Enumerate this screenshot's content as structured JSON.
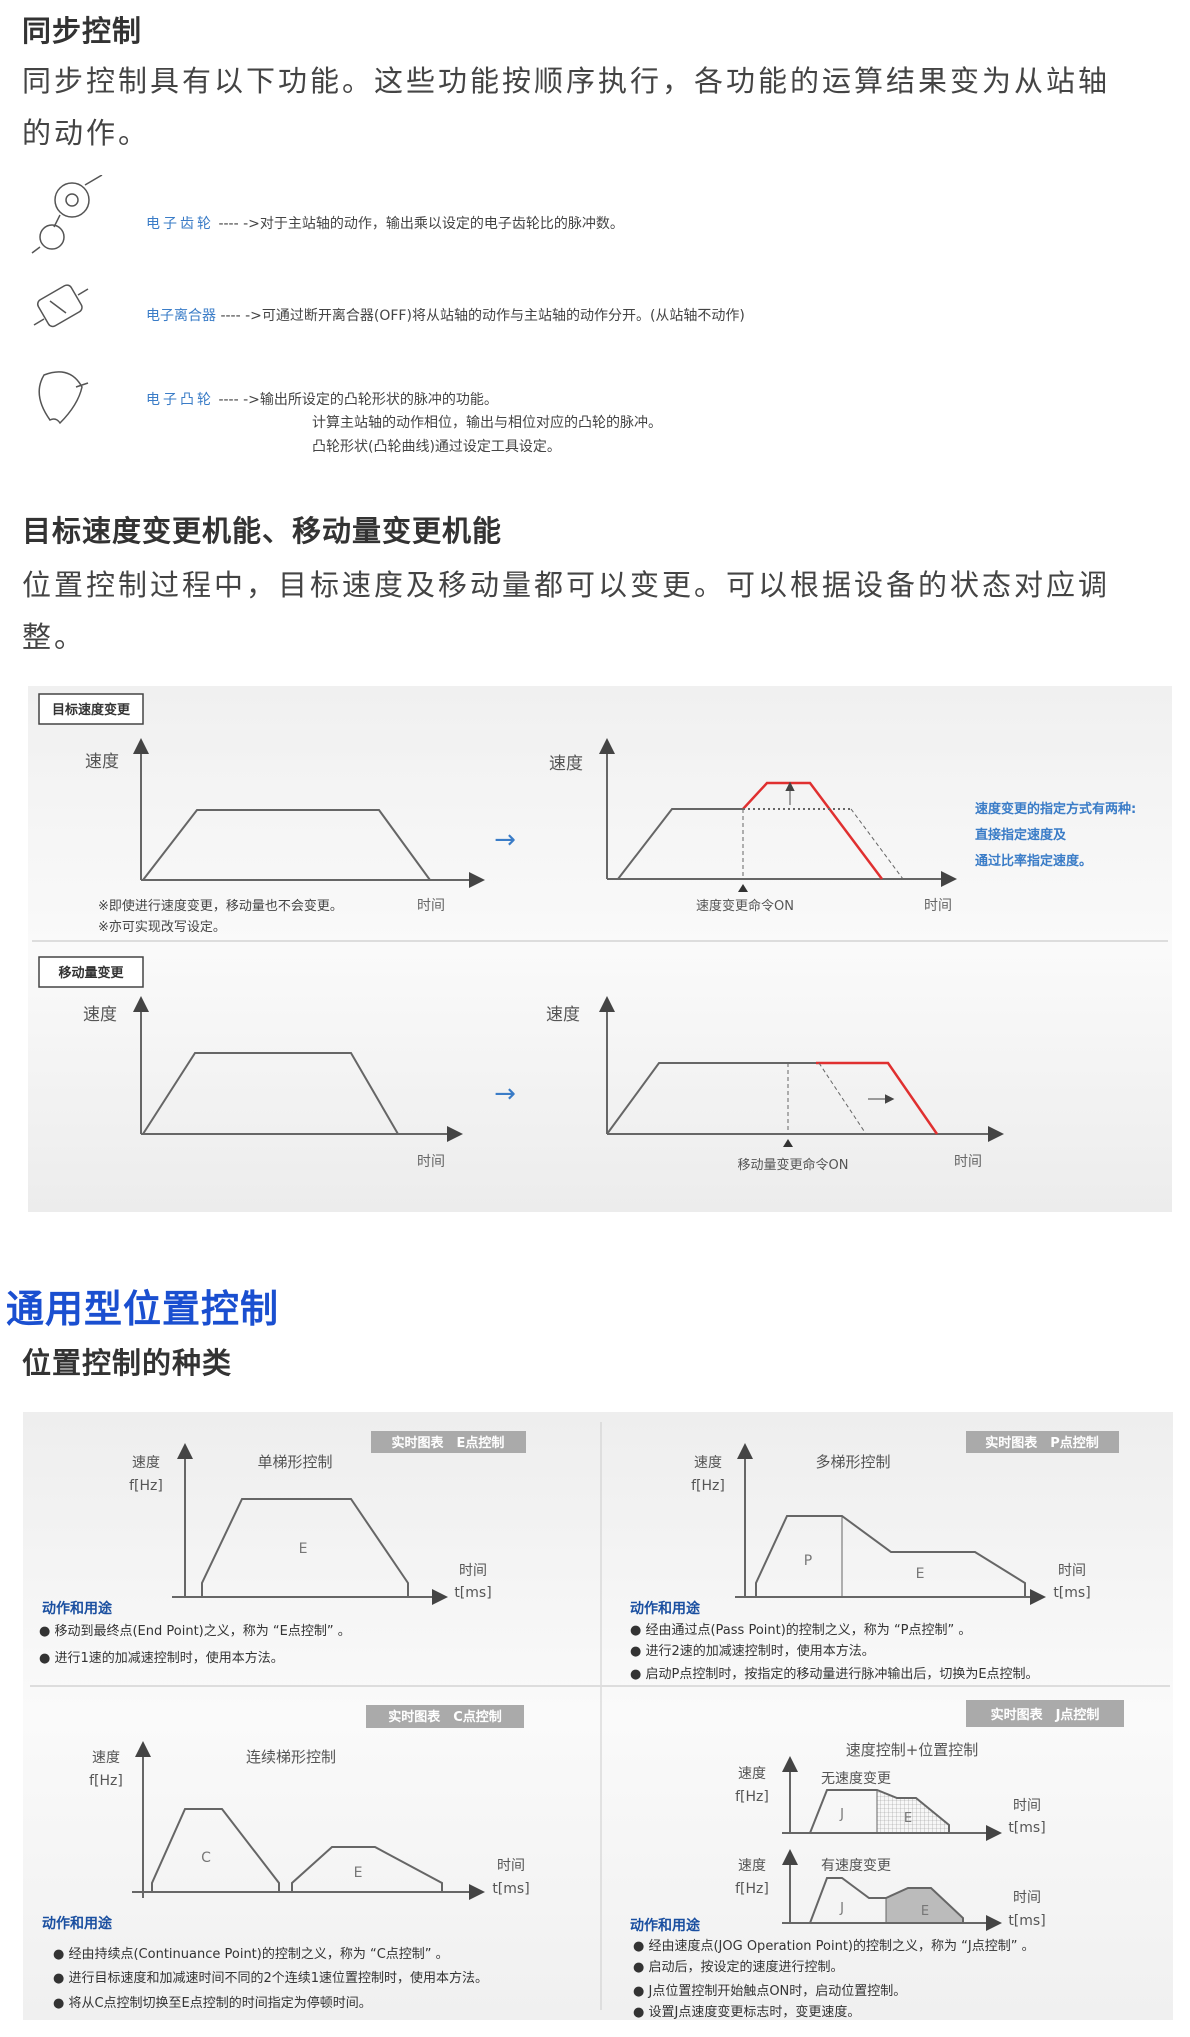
{
  "sync": {
    "title": "同步控制",
    "desc_line1": "同步控制具有以下功能。这些功能按顺序执行，各功能的运算结果变为从站轴",
    "desc_line2": "的动作。",
    "features": [
      {
        "icon": "gear-icon",
        "label": "电子齿轮",
        "lines": [
          "---- ->对于主站轴的动作，输出乘以设定的电子齿轮比的脉冲数。"
        ]
      },
      {
        "icon": "clutch-icon",
        "label": "电子离合器",
        "lines": [
          "---- ->可通过断开离合器(OFF)将从站轴的动作与主站轴的动作分开。(从站轴不动作)"
        ]
      },
      {
        "icon": "cam-icon",
        "label": "电子凸轮",
        "lines": [
          "---- ->输出所设定的凸轮形状的脉冲的功能。",
          "计算主站轴的动作相位，输出与相位对应的凸轮的脉冲。",
          "凸轮形状(凸轮曲线)通过设定工具设定。"
        ]
      }
    ]
  },
  "change": {
    "title": "目标速度变更机能、移动量变更机能",
    "desc_line1": "位置控制过程中，目标速度及移动量都可以变更。可以根据设备的状态对应调",
    "desc_line2": "整。",
    "diagram": {
      "speed_tag": "目标速度变更",
      "move_tag": "移动量变更",
      "y_label": "速度",
      "x_label": "时间",
      "note1": "※即使进行速度变更，移动量也不会变更。",
      "note2": "※亦可实现改写设定。",
      "speed_cmd": "速度变更命令ON",
      "move_cmd": "移动量变更命令ON",
      "blue_note": [
        "速度变更的指定方式有两种:",
        "直接指定速度及",
        "通过比率指定速度。"
      ],
      "accent_red": "#e03030",
      "accent_blue": "#3a7cc7"
    }
  },
  "general": {
    "title": "通用型位置控制",
    "subtitle": "位置控制的种类",
    "y_label1": "速度",
    "y_label2": "f[Hz]",
    "x_label1": "时间",
    "x_label2": "t[ms]",
    "usage": "动作和用途",
    "panels": {
      "e": {
        "tag": "实时图表　E点控制",
        "title": "单梯形控制",
        "seg": "E",
        "bullets": [
          "移动到最终点(End Point)之义，称为 “E点控制” 。",
          "进行1速的加减速控制时，使用本方法。"
        ]
      },
      "p": {
        "tag": "实时图表　P点控制",
        "title": "多梯形控制",
        "seg1": "P",
        "seg2": "E",
        "bullets": [
          "经由通过点(Pass Point)的控制之义，称为 “P点控制” 。",
          "进行2速的加减速控制时，使用本方法。",
          "启动P点控制时，按指定的移动量进行脉冲输出后，切换为E点控制。"
        ]
      },
      "c": {
        "tag": "实时图表　C点控制",
        "title": "连续梯形控制",
        "seg1": "C",
        "seg2": "E",
        "bullets": [
          "经由持续点(Continuance Point)的控制之义，称为 “C点控制” 。",
          "进行目标速度和加减速时间不同的2个连续1速位置控制时，使用本方法。",
          "将从C点控制切换至E点控制的时间指定为停顿时间。"
        ]
      },
      "j": {
        "tag": "实时图表　J点控制",
        "title": "速度控制+位置控制",
        "sub1": "无速度变更",
        "sub2": "有速度变更",
        "seg1": "J",
        "seg2": "E",
        "bullets": [
          "经由速度点(JOG Operation Point)的控制之义，称为 “J点控制” 。",
          "启动后，按设定的速度进行控制。",
          "J点位置控制开始触点ON时，启动位置控制。",
          "设置J点速度变更标志时，变更速度。"
        ]
      }
    }
  }
}
